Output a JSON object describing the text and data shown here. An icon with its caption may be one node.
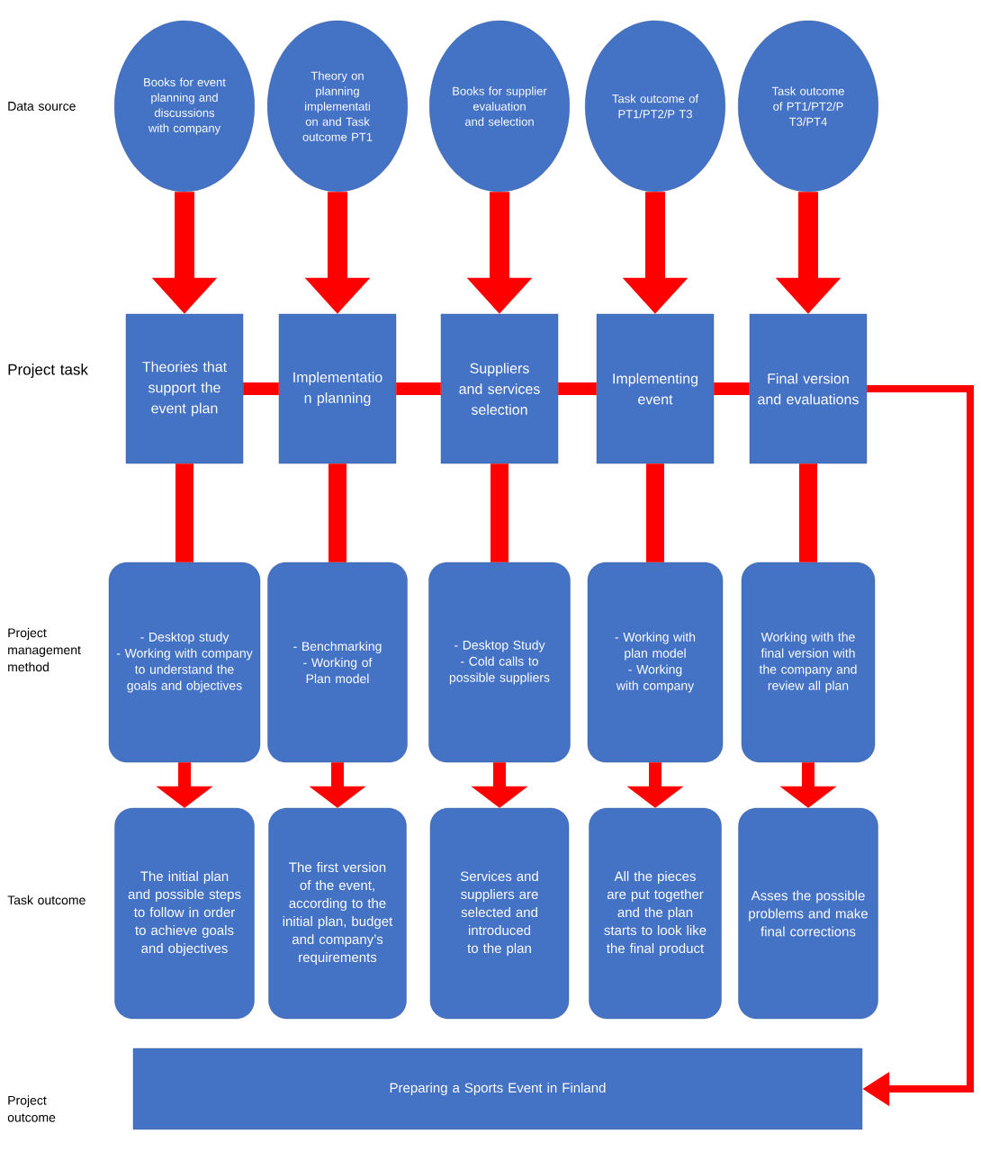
{
  "diagram": {
    "nodes": [
      {
        "text": [
          "Books for event planning and discussions with company"
        ]
      },
      {
        "text": [
          "Theory on planning implementati on and Task outcome PT1"
        ]
      },
      {
        "text": [
          "Books for supplier evaluation and selection"
        ]
      },
      {
        "text": [
          "Task outcome of PT1/PT2/P T3"
        ]
      },
      {
        "text": [
          "Task outcome of PT1/PT2/P T3/PT4"
        ]
      },
      {
        "text": [
          "Theories that support the event plan"
        ]
      },
      {
        "text": [
          "Implementatio n planning"
        ]
      },
      {
        "text": [
          "Suppliers and services selection"
        ]
      },
      {
        "text": [
          "Implementing event"
        ]
      },
      {
        "text": [
          "Final version and evaluations"
        ]
      },
      {
        "text": [
          "- Desktop study",
          "- Working with company to understand the goals and objectives"
        ]
      },
      {
        "text": [
          "- Benchmarking",
          "- Working of Plan model"
        ]
      },
      {
        "text": [
          "- Desktop Study",
          "- Cold calls to possible suppliers"
        ]
      },
      {
        "text": [
          "- Working with plan model",
          "- Working with company"
        ]
      },
      {
        "text": [
          "Working with the final version with the company and review all plan"
        ]
      },
      {
        "text": [
          "The initial plan and possible steps to follow in order to achieve goals and objectives"
        ]
      },
      {
        "text": [
          "The first version of the event, according to the initial plan, budget and company’s requirements"
        ]
      },
      {
        "text": [
          "Services and suppliers are selected and introduced to the plan"
        ]
      },
      {
        "text": [
          "All the pieces are put together and the plan starts to look like the final product"
        ]
      },
      {
        "text": [
          "Asses the possible problems and make final corrections"
        ]
      },
      {
        "text": [
          "Preparing a Sports Event in Finland"
        ]
      }
    ],
    "edges": [
      {
        "from": 0,
        "to": 5,
        "arrow": "to"
      },
      {
        "from": 1,
        "to": 6,
        "arrow": "to"
      },
      {
        "from": 2,
        "to": 7,
        "arrow": "to"
      },
      {
        "from": 3,
        "to": 8,
        "arrow": "to"
      },
      {
        "from": 4,
        "to": 9,
        "arrow": "to"
      },
      {
        "from": 5,
        "to": 6,
        "arrow": "none"
      },
      {
        "from": 6,
        "to": 7,
        "arrow": "none"
      },
      {
        "from": 7,
        "to": 8,
        "arrow": "none"
      },
      {
        "from": 8,
        "to": 9,
        "arrow": "none"
      },
      {
        "from": 5,
        "to": 10,
        "arrow": "none"
      },
      {
        "from": 6,
        "to": 11,
        "arrow": "none"
      },
      {
        "from": 7,
        "to": 12,
        "arrow": "none"
      },
      {
        "from": 8,
        "to": 13,
        "arrow": "none"
      },
      {
        "from": 9,
        "to": 14,
        "arrow": "none"
      },
      {
        "from": 10,
        "to": 15,
        "arrow": "to"
      },
      {
        "from": 11,
        "to": 16,
        "arrow": "to"
      },
      {
        "from": 12,
        "to": 17,
        "arrow": "to"
      },
      {
        "from": 13,
        "to": 18,
        "arrow": "to"
      },
      {
        "from": 14,
        "to": 19,
        "arrow": "to"
      },
      {
        "from": 9,
        "to": 20,
        "arrow": "to"
      }
    ],
    "labels": [
      "Data source",
      "Project task",
      "Project management method",
      "Task outcome",
      "Project outcome"
    ]
  }
}
